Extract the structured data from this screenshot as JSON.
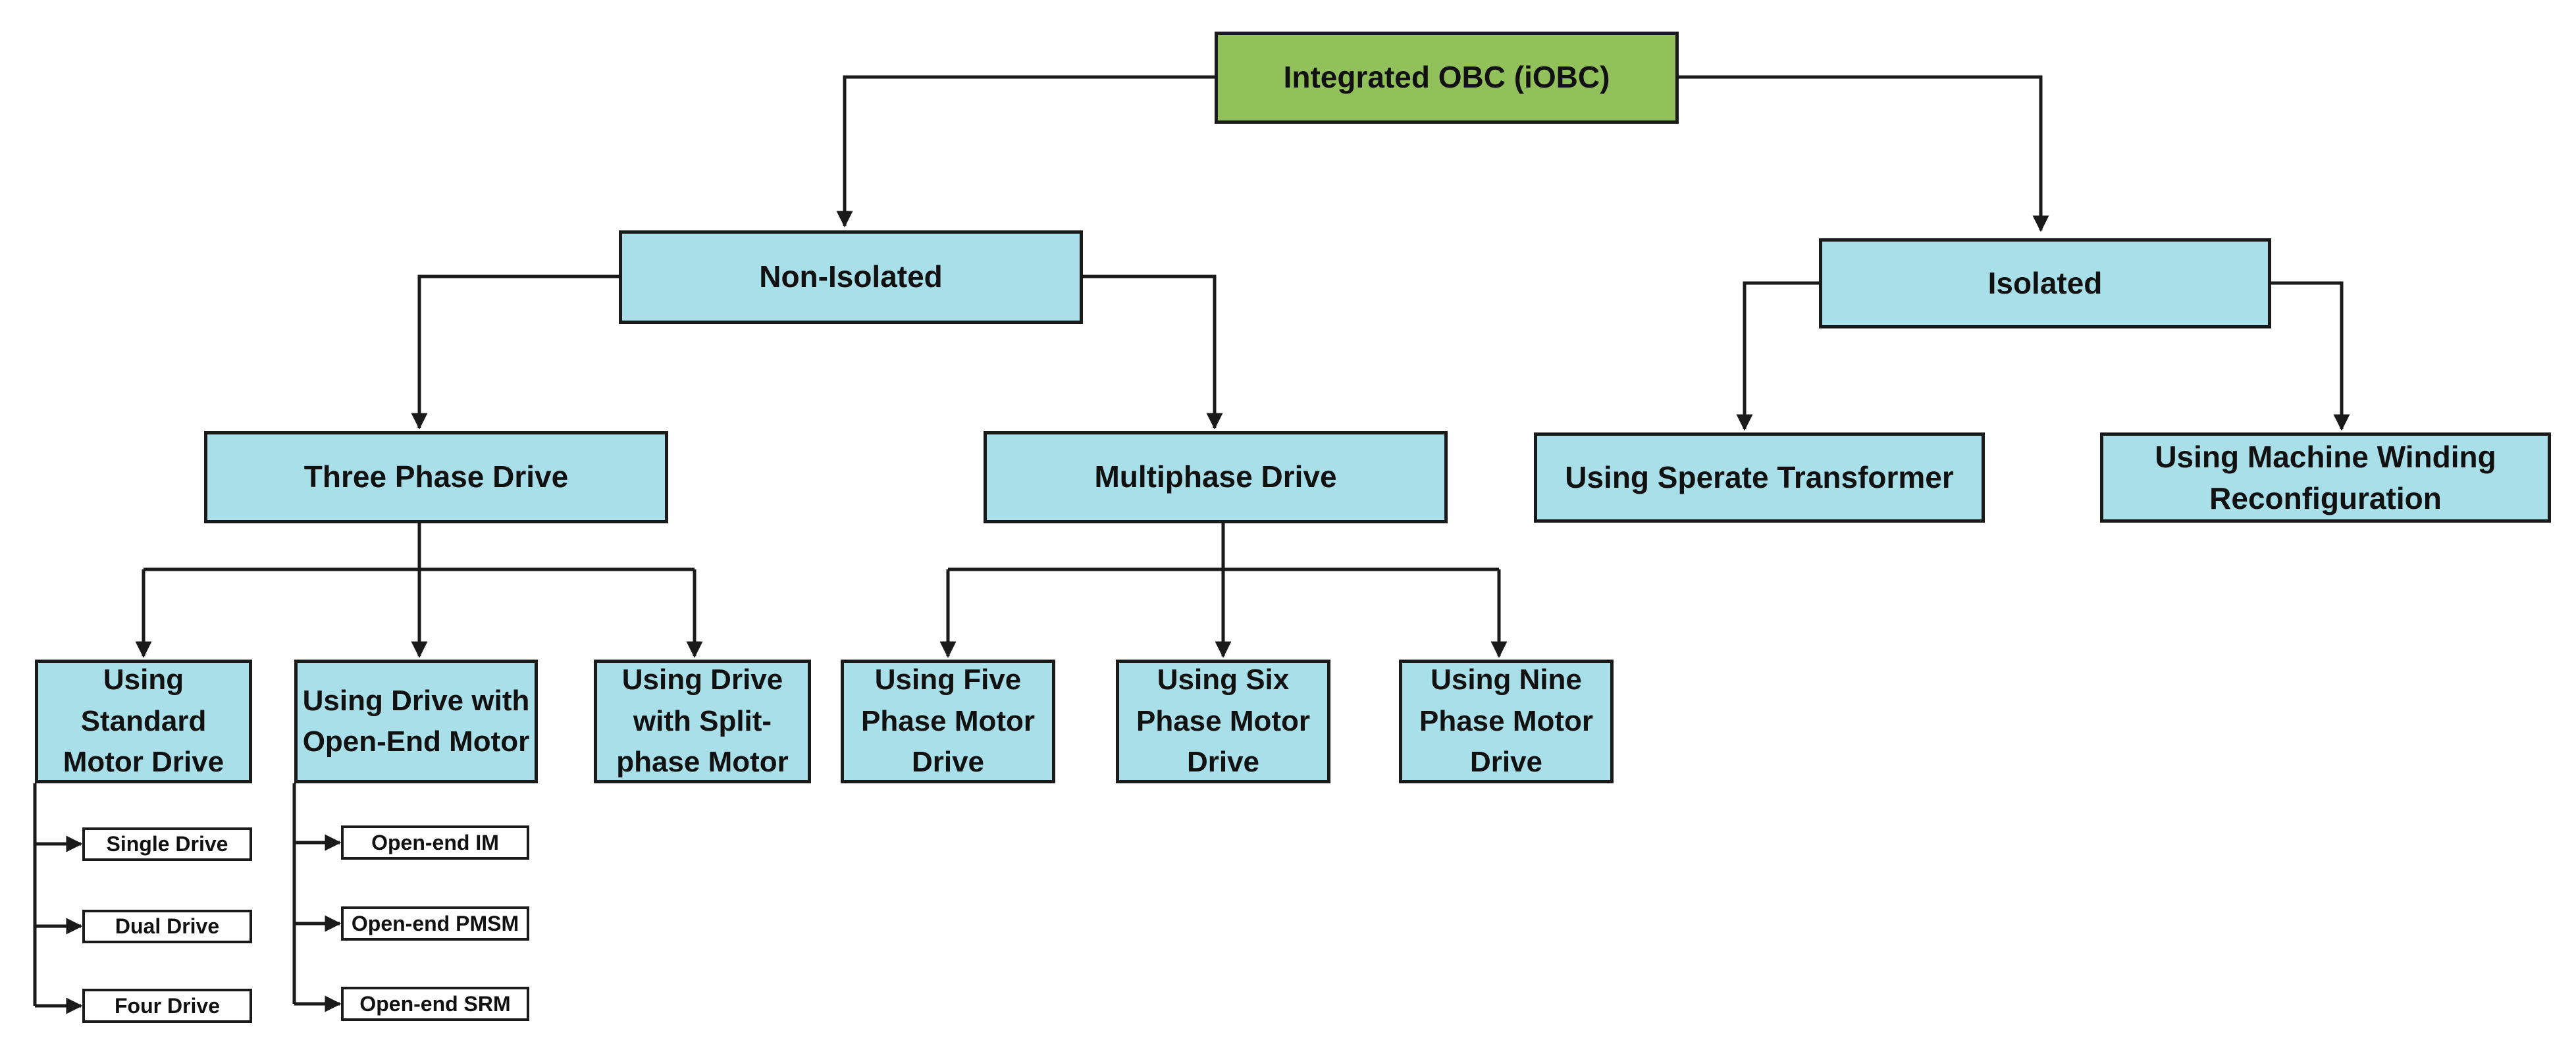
{
  "root": {
    "label": "Integrated OBC (iOBC)",
    "color": "#92c05b"
  },
  "box_color": "#a8dfe9",
  "level1": {
    "non_isolated": "Non-Isolated",
    "isolated": "Isolated"
  },
  "level2": {
    "three_phase": "Three Phase Drive",
    "multiphase": "Multiphase Drive",
    "separate_transformer": "Using Sperate Transformer",
    "machine_winding": "Using Machine Winding Reconfiguration"
  },
  "level3": {
    "standard_motor": "Using Standard Motor Drive",
    "open_end_motor": "Using Drive with Open-End Motor",
    "split_phase": "Using Drive with Split-phase Motor",
    "five_phase": "Using Five Phase Motor Drive",
    "six_phase": "Using Six Phase Motor Drive",
    "nine_phase": "Using Nine Phase Motor Drive"
  },
  "level4": {
    "standard_children": [
      "Single Drive",
      "Dual Drive",
      "Four Drive"
    ],
    "open_end_children": [
      "Open-end IM",
      "Open-end PMSM",
      "Open-end SRM"
    ]
  }
}
